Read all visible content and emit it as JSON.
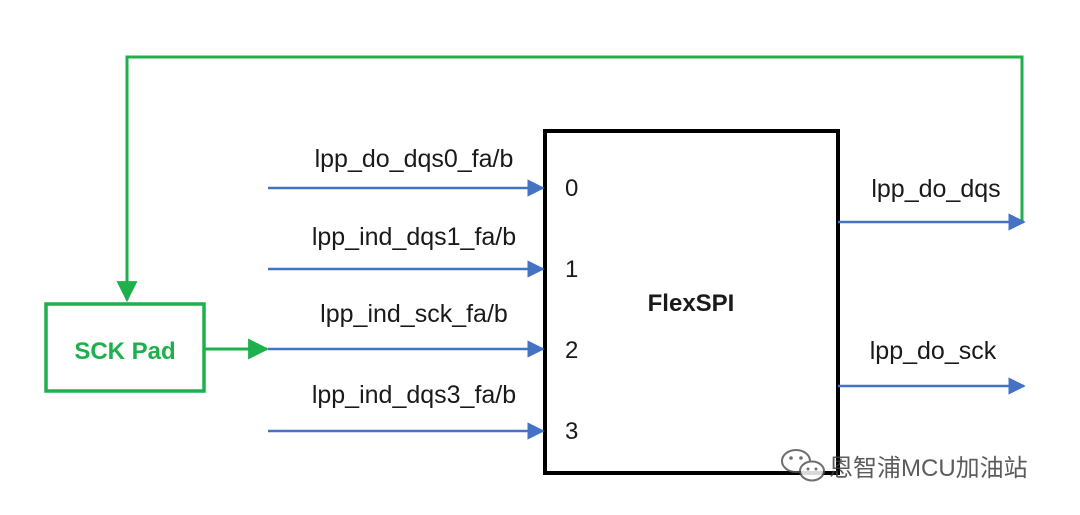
{
  "diagram": {
    "block": {
      "title": "FlexSPI"
    },
    "pad": {
      "title": "SCK Pad"
    },
    "inputs": [
      {
        "signal": "lpp_do_dqs0_fa/b",
        "port": "0"
      },
      {
        "signal": "lpp_ind_dqs1_fa/b",
        "port": "1"
      },
      {
        "signal": "lpp_ind_sck_fa/b",
        "port": "2"
      },
      {
        "signal": "lpp_ind_dqs3_fa/b",
        "port": "3"
      }
    ],
    "outputs": [
      {
        "signal": "lpp_do_dqs"
      },
      {
        "signal": "lpp_do_sck"
      }
    ],
    "colors": {
      "signal_line": "#4472c4",
      "feedback_line": "#1db04c",
      "block_border": "#000000",
      "pad_border": "#1db04c"
    }
  },
  "watermark": {
    "icon": "wechat-icon",
    "text": "恩智浦MCU加油站"
  }
}
